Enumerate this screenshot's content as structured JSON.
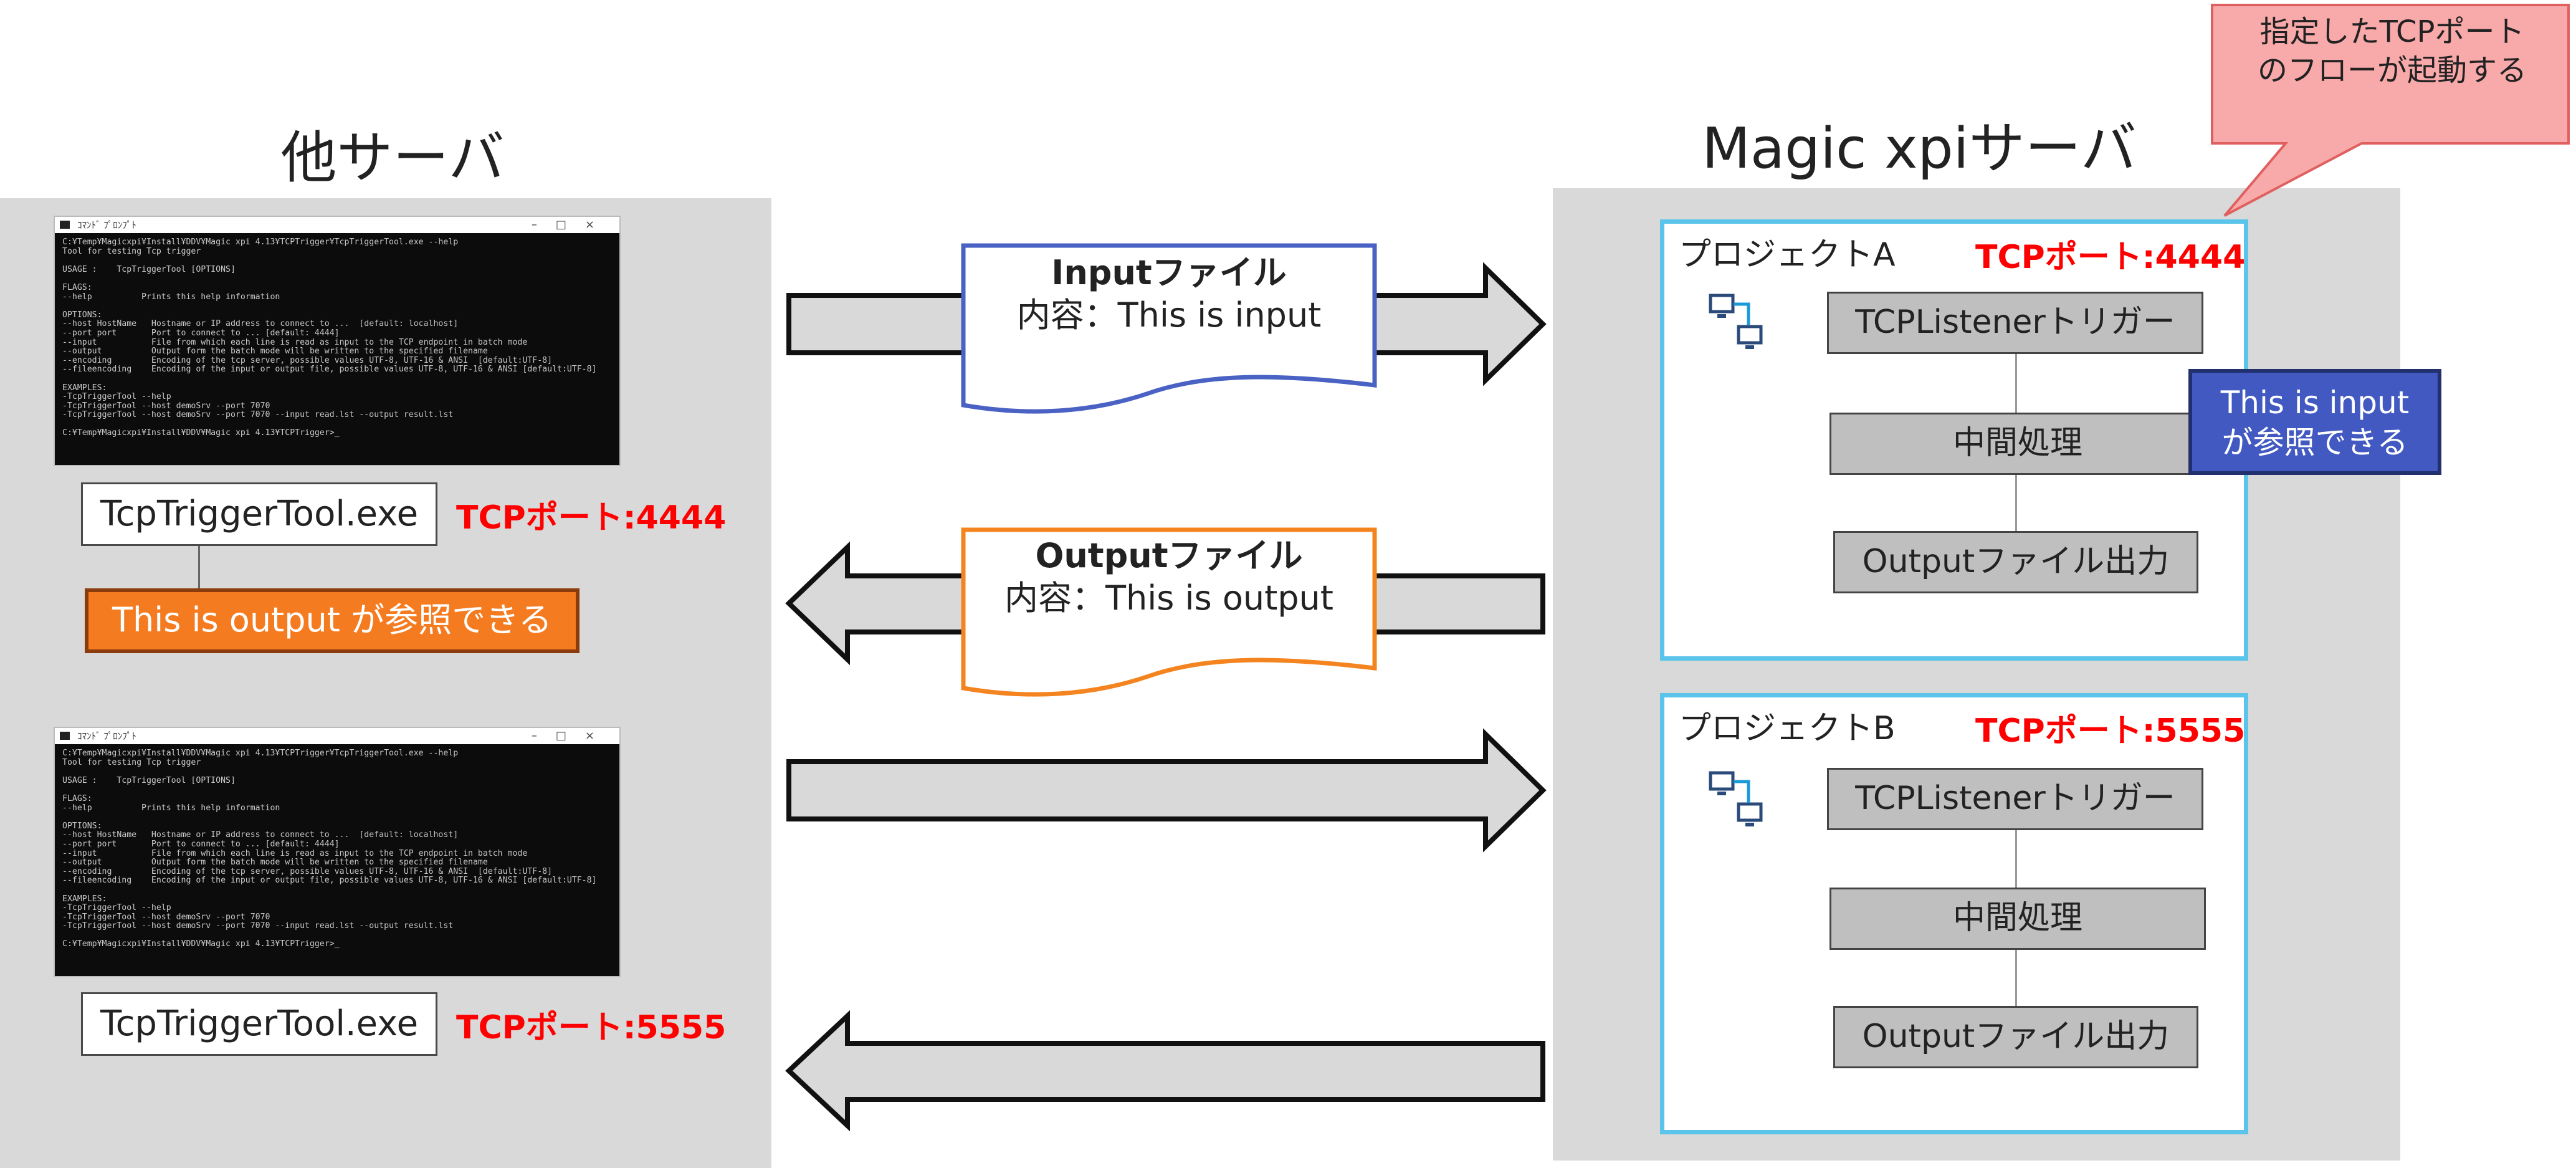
{
  "left_server": {
    "title": "他サーバ"
  },
  "right_server": {
    "title": "Magic xpiサーバ"
  },
  "terminal": {
    "title": "ｺﾏﾝﾄﾞ ﾌﾟﾛﾝﾌﾟﾄ",
    "lines": [
      "C:¥Temp¥Magicxpi¥Install¥DDV¥Magic xpi 4.13¥TCPTrigger¥TcpTriggerTool.exe --help",
      "Tool for testing Tcp trigger",
      "",
      "USAGE :    TcpTriggerTool [OPTIONS]",
      "",
      "FLAGS:",
      "--help          Prints this help information",
      "",
      "OPTIONS:",
      "--host HostName   Hostname or IP address to connect to ...  [default: localhost]",
      "--port port       Port to connect to ... [default: 4444]",
      "--input           File from which each line is read as input to the TCP endpoint in batch mode",
      "--output          Output form the batch mode will be written to the specified filename",
      "--encoding        Encoding of the tcp server, possible values UTF-8, UTF-16 & ANSI  [default:UTF-8]",
      "--fileencoding    Encoding of the input or output file, possible values UTF-8, UTF-16 & ANSI [default:UTF-8]",
      "",
      "EXAMPLES:",
      "-TcpTriggerTool --help",
      "-TcpTriggerTool --host demoSrv --port 7070",
      "-TcpTriggerTool --host demoSrv --port 7070 --input read.lst --output result.lst",
      "",
      "C:¥Temp¥Magicxpi¥Install¥DDV¥Magic xpi 4.13¥TCPTrigger>_"
    ]
  },
  "clients": [
    {
      "exe": "TcpTriggerTool.exe",
      "port": "TCPポート:4444",
      "result": "This is output が参照できる"
    },
    {
      "exe": "TcpTriggerTool.exe",
      "port": "TCPポート:5555"
    }
  ],
  "input_doc": {
    "title": "Inputファイル",
    "content": "内容：This is input"
  },
  "output_doc": {
    "title": "Outputファイル",
    "content": "内容：This is output"
  },
  "projects": [
    {
      "name": "プロジェクトA",
      "port": "TCPポート:4444",
      "steps": [
        "TCPListenerトリガー",
        "中間処理",
        "Outputファイル出力"
      ],
      "note": [
        "This is input",
        "が参照できる"
      ]
    },
    {
      "name": "プロジェクトB",
      "port": "TCPポート:5555",
      "steps": [
        "TCPListenerトリガー",
        "中間処理",
        "Outputファイル出力"
      ]
    }
  ],
  "callout": {
    "lines": [
      "指定したTCPポート",
      "のフローが起動する"
    ]
  },
  "colors": {
    "panel": "#d9d9d9",
    "project_border": "#5bc4ea",
    "input_doc": "#4a62c4",
    "output_doc": "#f4841f",
    "port_red": "#ff0000",
    "callout": "#f8a9a9"
  }
}
